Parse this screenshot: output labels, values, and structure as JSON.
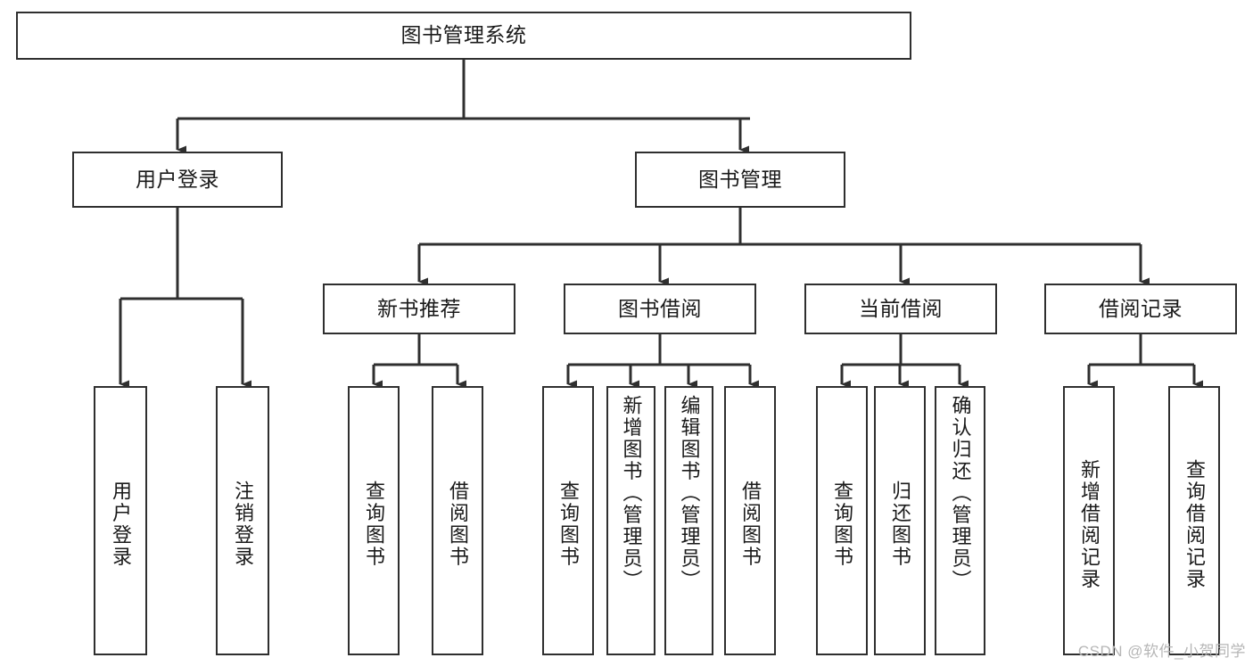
{
  "diagram": {
    "title": "图书管理系统",
    "type": "tree-hierarchy-diagram",
    "watermark": "CSDN @软件_小贺同学",
    "colors": {
      "box_border": "#2f2f2f",
      "box_fill": "#ffffff",
      "edge": "#2f2f2f",
      "text": "#1a1a1a",
      "watermark": "#b6b6b6",
      "background": "#ffffff"
    },
    "root": {
      "id": "root",
      "label": "图书管理系统"
    },
    "level2": [
      {
        "id": "user-login",
        "label": "用户登录"
      },
      {
        "id": "book-manage",
        "label": "图书管理"
      }
    ],
    "level3": [
      {
        "id": "new-book-recommend",
        "label": "新书推荐"
      },
      {
        "id": "book-borrow",
        "label": "图书借阅"
      },
      {
        "id": "current-borrow",
        "label": "当前借阅"
      },
      {
        "id": "borrow-record",
        "label": "借阅记录"
      }
    ],
    "leaves": [
      {
        "id": "leaf-user-login",
        "label": "用户登录",
        "parent": "user-login"
      },
      {
        "id": "leaf-user-logout",
        "label": "注销登录",
        "parent": "user-login"
      },
      {
        "id": "leaf-query-book-1",
        "label": "查询图书",
        "parent": "new-book-recommend"
      },
      {
        "id": "leaf-borrow-book-1",
        "label": "借阅图书",
        "parent": "new-book-recommend"
      },
      {
        "id": "leaf-query-book-2",
        "label": "查询图书",
        "parent": "book-borrow"
      },
      {
        "id": "leaf-add-book",
        "label": "新增图书（管理员）",
        "parent": "book-borrow"
      },
      {
        "id": "leaf-edit-book",
        "label": "编辑图书（管理员）",
        "parent": "book-borrow"
      },
      {
        "id": "leaf-borrow-book-2",
        "label": "借阅图书",
        "parent": "book-borrow"
      },
      {
        "id": "leaf-query-book-3",
        "label": "查询图书",
        "parent": "current-borrow"
      },
      {
        "id": "leaf-return-book",
        "label": "归还图书",
        "parent": "current-borrow"
      },
      {
        "id": "leaf-confirm-return",
        "label": "确认归还（管理员）",
        "parent": "current-borrow"
      },
      {
        "id": "leaf-add-record",
        "label": "新增借阅记录",
        "parent": "borrow-record"
      },
      {
        "id": "leaf-query-record",
        "label": "查询借阅记录",
        "parent": "borrow-record"
      }
    ]
  }
}
